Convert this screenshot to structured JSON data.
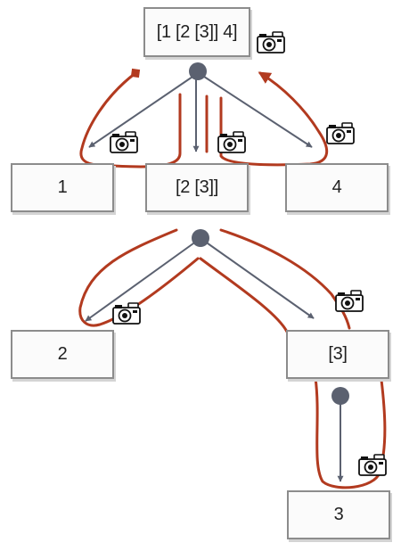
{
  "nodes": {
    "root": "[1 [2 [3]] 4]",
    "child_1": "1",
    "child_23": "[2 [3]]",
    "child_4": "4",
    "child_2": "2",
    "child_3wrap": "[3]",
    "child_3": "3"
  },
  "colors": {
    "arrow": "#5b6170",
    "path": "#b23a1f",
    "node_border": "#8c8c8c"
  },
  "icons": {
    "snapshot": "camera-icon"
  }
}
